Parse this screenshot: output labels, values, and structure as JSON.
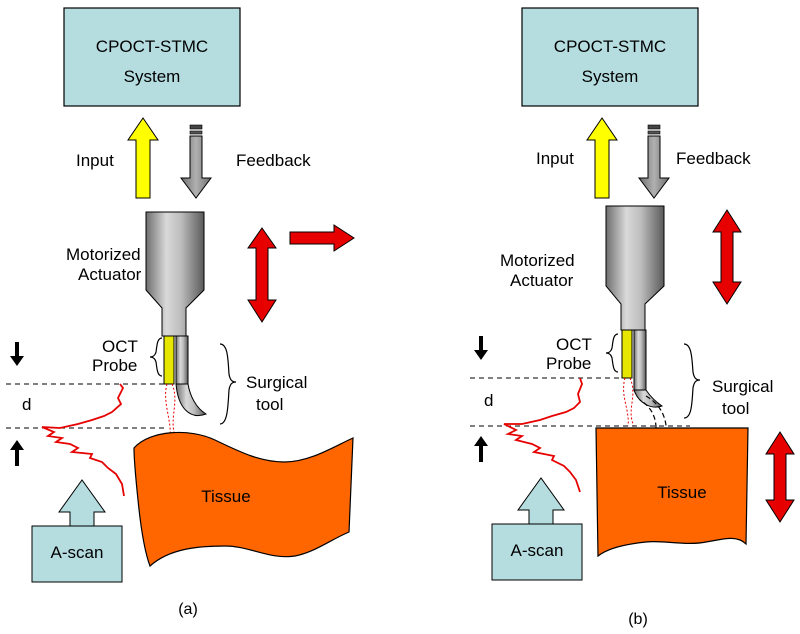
{
  "panels": [
    {
      "system_line1": "CPOCT-STMC",
      "system_line2": "System",
      "input_label": "Input",
      "feedback_label": "Feedback",
      "actuator_line1": "Motorized",
      "actuator_line2": "Actuator",
      "probe_line1": "OCT",
      "probe_line2": "Probe",
      "tool_line1": "Surgical",
      "tool_line2": "tool",
      "distance_label": "d",
      "ascan_label": "A-scan",
      "tissue_label": "Tissue",
      "caption": "(a)"
    },
    {
      "system_line1": "CPOCT-STMC",
      "system_line2": "System",
      "input_label": "Input",
      "feedback_label": "Feedback",
      "actuator_line1": "Motorized",
      "actuator_line2": "Actuator",
      "probe_line1": "OCT",
      "probe_line2": "Probe",
      "tool_line1": "Surgical",
      "tool_line2": "tool",
      "distance_label": "d",
      "ascan_label": "A-scan",
      "tissue_label": "Tissue",
      "caption": "(b)"
    }
  ],
  "colors": {
    "box_fill": "#b5dde0",
    "input_arrow": "#ffff00",
    "feedback_arrow": "#8c8c8c",
    "motion_arrow": "#e60000",
    "tissue": "#ff6600",
    "probe": "#e6e600",
    "ascan_signal": "#e60000"
  }
}
